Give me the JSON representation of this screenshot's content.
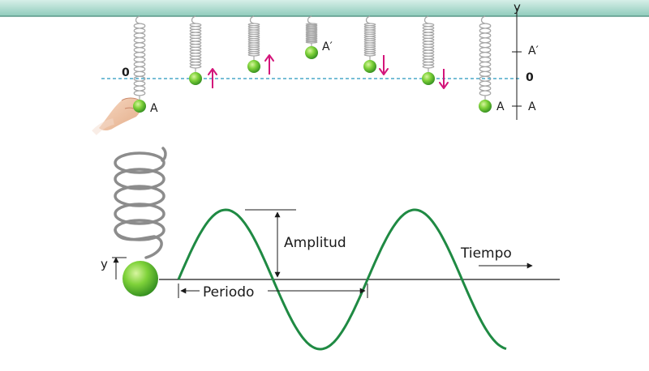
{
  "colors": {
    "ceiling_top": "#cfe9e2",
    "ceiling_bottom": "#8fcbbb",
    "spring": "#a6a6a6",
    "ball": "#5cbf2a",
    "dashed_line": "#4aa8c9",
    "arrow": "#d4157a",
    "wave": "#1f8a43",
    "axis": "#1a1a1a"
  },
  "top_panel": {
    "axis_label_y": "y",
    "zero_left": "0",
    "label_a_left": "A",
    "label_a_prime_mid": "A′",
    "label_a_right": "A",
    "axis_tick_a_prime": "A′",
    "axis_tick_zero": "0",
    "axis_tick_a": "A",
    "icons": [
      "hand-icon"
    ],
    "stages": [
      {
        "state": "stretched_at_A",
        "arrow": "none"
      },
      {
        "state": "at_0",
        "arrow": "up"
      },
      {
        "state": "between_0_and_A_prime",
        "arrow": "up"
      },
      {
        "state": "compressed_at_A_prime",
        "arrow": "none"
      },
      {
        "state": "between_0_and_A_prime",
        "arrow": "down"
      },
      {
        "state": "at_0",
        "arrow": "down"
      },
      {
        "state": "stretched_at_A",
        "arrow": "none"
      }
    ]
  },
  "bottom_panel": {
    "y_label": "y",
    "amplitude_label": "Amplitud",
    "period_label": "Periodo",
    "time_label": "Tiempo"
  }
}
